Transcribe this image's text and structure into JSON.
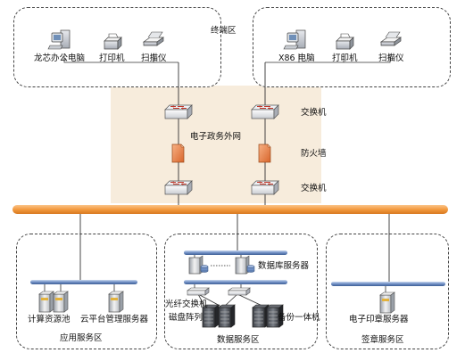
{
  "zones": {
    "terminal": "终端区",
    "app": "应用服务区",
    "data": "数据服务区",
    "seal": "签章服务区"
  },
  "devices": {
    "loongson_pc": "龙芯办公电脑",
    "printer_left": "打印机",
    "scanner_left": "扫描仪",
    "x86_pc": "X86 电脑",
    "printer_right": "打印机",
    "scanner_right": "扫描仪",
    "switch": "交换机",
    "egov_network": "电子政务外网",
    "firewall": "防火墙",
    "switch_lower": "交换机",
    "compute_pool": "计算资源池",
    "cloud_mgmt": "云平台管理服务器",
    "db_server": "数据库服务器",
    "fiber_switch": "光纤交换机",
    "disk_array": "磁盘阵列",
    "backup": "备份一体机",
    "seal_server": "电子印章服务器"
  },
  "colors": {
    "backbone": "#f39a3e",
    "bar": "#6f8fc4",
    "band": "#f7ecdc",
    "firewall": "#e98a50"
  }
}
